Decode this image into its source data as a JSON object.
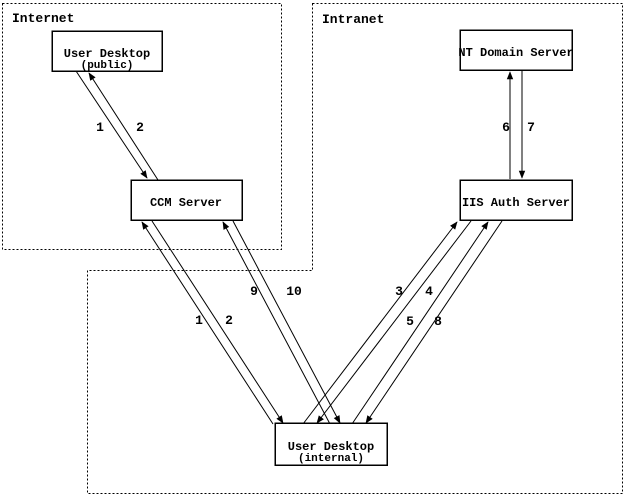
{
  "diagram": {
    "colors": {
      "background": "#ffffff",
      "stroke": "#000000"
    },
    "zones": {
      "internet": {
        "label": "Internet"
      },
      "intranet": {
        "label": "Intranet"
      }
    },
    "nodes": {
      "user_desktop_public": {
        "title": "User Desktop",
        "subtitle": "(public)"
      },
      "ccm_server": {
        "title": "CCM Server"
      },
      "nt_domain_server": {
        "title": "NT Domain Server"
      },
      "iis_auth_server": {
        "title": "IIS Auth Server"
      },
      "user_desktop_internal": {
        "title": "User Desktop",
        "subtitle": "(internal)"
      }
    },
    "arrow_labels": {
      "public_step1": "1",
      "public_step2": "2",
      "internal_step1": "1",
      "internal_step2": "2",
      "iis_step3": "3",
      "iis_step4": "4",
      "iis_step5": "5",
      "nt_step6": "6",
      "nt_step7": "7",
      "iis_step8": "8",
      "ccm_step9": "9",
      "ccm_step10": "10"
    }
  }
}
